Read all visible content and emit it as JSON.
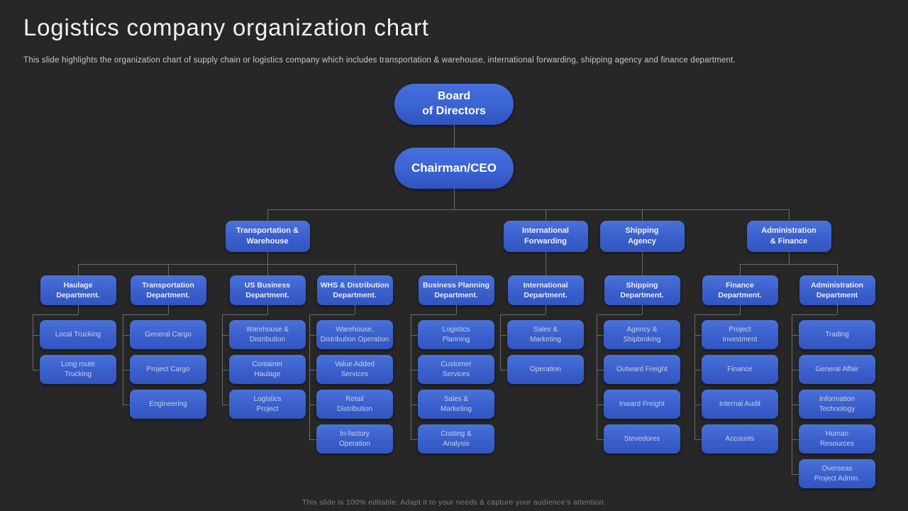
{
  "slide": {
    "title": "Logistics company organization chart",
    "subtitle": "This slide highlights the organization chart of supply chain or logistics company which includes transportation & warehouse, international forwarding, shipping agency and finance department.",
    "footer": "This slide is 100% editable. Adapt it to your needs & capture your audience's attention."
  },
  "colors": {
    "background": "#272727",
    "node_blue": "#3f65cf",
    "node_blue_light": "#4a72da",
    "node_blue_dark": "#3355c0",
    "connector": "#6b6b6b",
    "title_text": "#f2f2f2",
    "subtitle_text": "#c9c9c9",
    "leaf_text": "#c6d0e9",
    "footer_text": "#7f7f7f"
  },
  "org_chart": {
    "root": {
      "label": "Board\nof Directors"
    },
    "ceo": {
      "label": "Chairman/CEO"
    },
    "branches": [
      {
        "label": "Transportation &\nWarehouse",
        "columns": [
          0,
          1,
          2,
          3,
          4
        ]
      },
      {
        "label": "International\nForwarding",
        "columns": [
          5
        ]
      },
      {
        "label": "Shipping\nAgency",
        "columns": [
          6
        ]
      },
      {
        "label": "Administration\n& Finance",
        "columns": [
          7,
          8
        ]
      }
    ],
    "columns": [
      {
        "department": "Haulage\nDepartment.",
        "leaves": [
          "Local Trucking",
          "Long route\nTrucking"
        ]
      },
      {
        "department": "Transportation\nDepartment.",
        "leaves": [
          "General Cargo",
          "Project Cargo",
          "Engineering"
        ]
      },
      {
        "department": "US Business\nDepartment.",
        "leaves": [
          "Warehouse &\nDistribution",
          "Container\nHaulage",
          "Logistics\nProject"
        ]
      },
      {
        "department": "WHS & Distribution\nDepartment.",
        "leaves": [
          "Warehouse,\nDistribution Operation",
          "Value Added\nServices",
          "Retail\nDistribution",
          "In-factory\nOperation"
        ]
      },
      {
        "department": "Business Planning\nDepartment.",
        "leaves": [
          "Logistics\nPlanning",
          "Customer\nServices",
          "Sales &\nMarketing",
          "Costing &\nAnalysis"
        ]
      },
      {
        "department": "International\nDepartment.",
        "leaves": [
          "Sales &\nMarketing",
          "Operation"
        ]
      },
      {
        "department": "Shipping\nDepartment.",
        "leaves": [
          "Agency &\nShipbroking",
          "Outward Freight",
          "Inward Freight",
          "Stevedores"
        ]
      },
      {
        "department": "Finance\nDepartment.",
        "leaves": [
          "Project\nInvestment",
          "Finance",
          "Internal Audit",
          "Accounts"
        ]
      },
      {
        "department": "Administration\nDepartment",
        "leaves": [
          "Trading",
          "General Affair",
          "Information\nTechnology",
          "Human\nResources",
          "Overseas\nProject Admin."
        ]
      }
    ]
  }
}
